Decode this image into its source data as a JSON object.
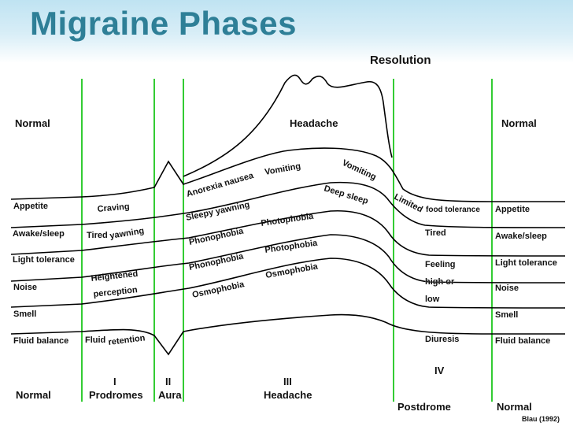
{
  "title": "Migraine Phases",
  "headers": {
    "resolution": "Resolution",
    "normal_left": "Normal",
    "headache": "Headache",
    "normal_right": "Normal"
  },
  "left_labels": [
    "Appetite",
    "Awake/sleep",
    "Light tolerance",
    "Noise",
    "Smell",
    "Fluid balance"
  ],
  "right_labels": [
    "Appetite",
    "Awake/sleep",
    "Light tolerance",
    "Noise",
    "Smell",
    "Fluid balance"
  ],
  "prodrome_labels": {
    "craving": "Craving",
    "tired": "Tired",
    "yawning": "yawning",
    "heightened": "Heightened",
    "perception": "perception",
    "fluid": "Fluid",
    "retention": "retention"
  },
  "headache_labels": {
    "anorexia": "Anorexia nausea",
    "vomiting1": "Vomiting",
    "vomiting2": "Vomiting",
    "sleepy": "Sleepy yawning",
    "deep_sleep": "Deep sleep",
    "phonophobia1": "Phonophobia",
    "photophobia1": "Photophobia",
    "phonophobia2": "Phonophobia",
    "photophobia2": "Photophobia",
    "osmophobia1": "Osmophobia",
    "osmophobia2": "Osmophobia"
  },
  "postdrome_labels": {
    "limited": "Limited",
    "food_tolerance": "food  tolerance",
    "tired": "Tired",
    "feeling": "Feeling",
    "high_or": "high or",
    "low": "low",
    "diuresis": "Diuresis"
  },
  "phases": {
    "normal_left": "Normal",
    "prodromes_num": "I",
    "prodromes": "Prodromes",
    "aura_num": "II",
    "aura": "Aura",
    "headache_num": "III",
    "headache": "Headache",
    "postdrome_num": "IV",
    "postdrome": "Postdrome",
    "normal_right": "Normal"
  },
  "citation": "Blau (1992)",
  "colors": {
    "title": "#2e7f97",
    "divider": "#33cc33",
    "curve": "#000000"
  }
}
